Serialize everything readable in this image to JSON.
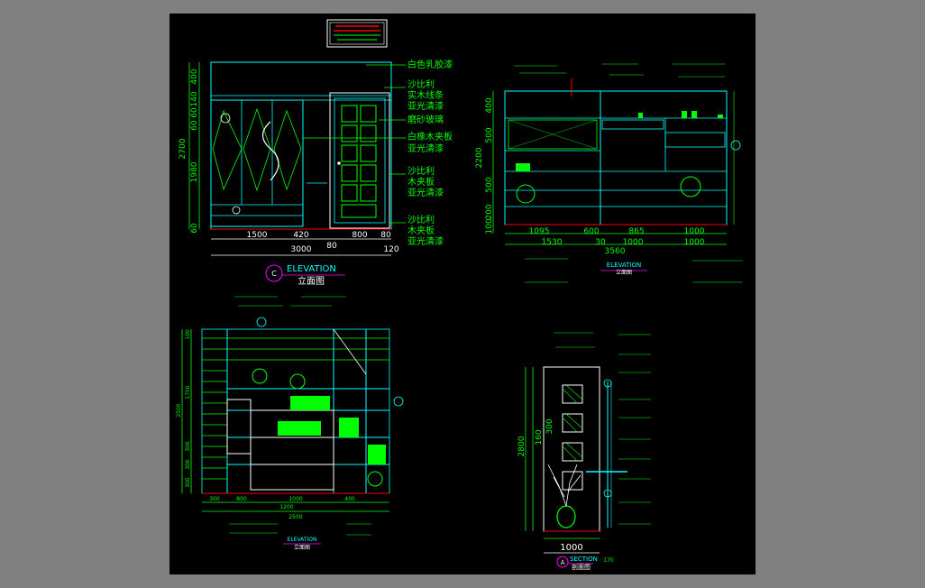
{
  "colors": {
    "background": "#808080",
    "viewport": "#000000",
    "cyan": "#00ffff",
    "green": "#00ff00",
    "white": "#ffffff",
    "red": "#ff0000",
    "magenta": "#ff00ff",
    "yellow": "#ffff00"
  },
  "drawing_c": {
    "notes": [
      "白色乳胶漆",
      "沙比利",
      "实木线条",
      "亚光清漆",
      "磨砂玻璃",
      "白橡木夹板",
      "亚光清漆",
      "沙比利",
      "木夹板",
      "亚光清漆",
      "沙比利",
      "木夹板",
      "亚光清漆"
    ],
    "dims_left": [
      "400",
      "140",
      "60",
      "60",
      "2700",
      "1980",
      "60"
    ],
    "dims_bottom": [
      "1500",
      "420",
      "800",
      "80",
      "3000",
      "80",
      "120"
    ],
    "tag": "C",
    "title": "ELEVATION",
    "subtitle": "立面图"
  },
  "drawing_tr": {
    "dims_left": [
      "400",
      "2200",
      "500",
      "500",
      "200",
      "100"
    ],
    "dims_bottom": [
      "1095",
      "600",
      "865",
      "1000",
      "1530",
      "30",
      "1000",
      "1000",
      "3560"
    ],
    "title": "ELEVATION",
    "subtitle": "立面图"
  },
  "drawing_bl": {
    "dims_left": [
      "2500",
      "100",
      "1700",
      "300",
      "300",
      "300"
    ],
    "dims_bottom": [
      "300",
      "800",
      "1000",
      "400",
      "1200",
      "2500"
    ],
    "title": "ELEVATION",
    "subtitle": "立面图"
  },
  "drawing_br": {
    "dims_left": [
      "2800",
      "300",
      "160"
    ],
    "dims_bottom": [
      "1000",
      "170"
    ],
    "tag": "A",
    "title": "SECTION",
    "subtitle": "剖面图"
  }
}
